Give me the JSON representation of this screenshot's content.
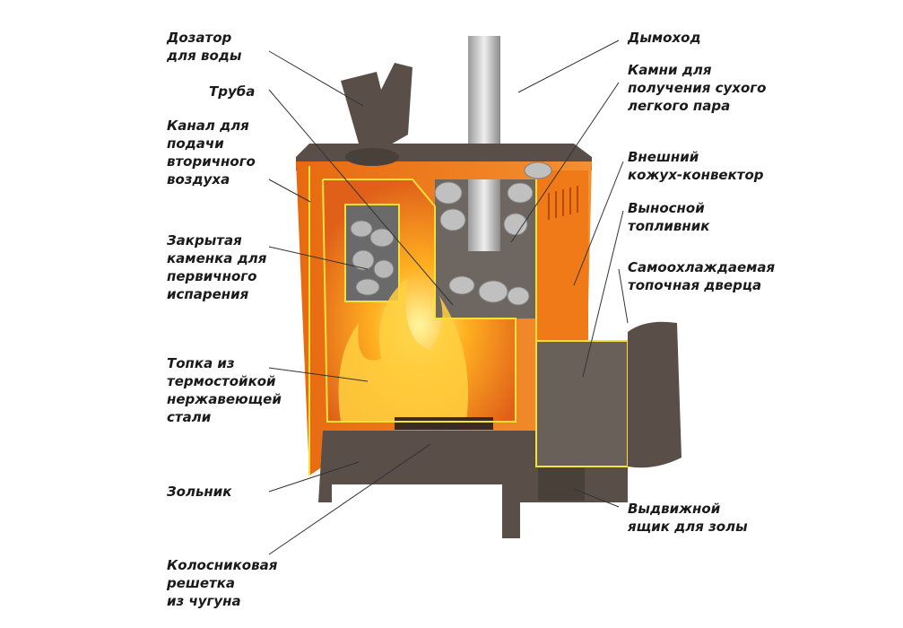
{
  "colors": {
    "orange": "#f07a18",
    "steel": "#5a4e48",
    "outline": "#f4e23a",
    "flame": "#ffb020",
    "pipe": "#c8c8c8"
  },
  "labels": {
    "water_dispenser": "Дозатор\nдля воды",
    "pipe": "Труба",
    "secondary_air_channel": "Канал для\nподачи\nвторичного\nвоздуха",
    "closed_heater": "Закрытая\nкаменка для\nпервичного\nиспарения",
    "firebox": "Топка из\nтермостойкой\nнержавеющей\nстали",
    "ash_pit": "Зольник",
    "grate": "Колосниковая\nрешетка\nиз чугуна",
    "chimney": "Дымоход",
    "stones": "Камни для\nполучения сухого\nлегкого пара",
    "convector": "Внешний\nкожух-конвектор",
    "remote_fuel_channel": "Выносной\nтопливник",
    "self_cooling_door": "Самоохлаждаемая\nтопочная дверца",
    "ash_drawer": "Выдвижной\nящик для золы"
  }
}
